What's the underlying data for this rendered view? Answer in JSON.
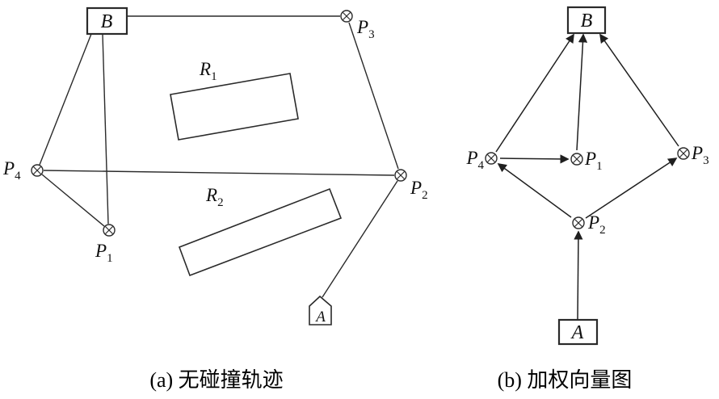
{
  "figure": {
    "panel_a": {
      "caption": "(a) 无碰撞轨迹",
      "nodes": {
        "B": {
          "label": "B"
        },
        "A": {
          "label": "A"
        },
        "P1": {
          "base": "P",
          "sub": "1"
        },
        "P2": {
          "base": "P",
          "sub": "2"
        },
        "P3": {
          "base": "P",
          "sub": "3"
        },
        "P4": {
          "base": "P",
          "sub": "4"
        }
      },
      "obstacles": {
        "R1": {
          "base": "R",
          "sub": "1"
        },
        "R2": {
          "base": "R",
          "sub": "2"
        }
      }
    },
    "panel_b": {
      "caption": "(b) 加权向量图",
      "nodes": {
        "B": {
          "label": "B"
        },
        "A": {
          "label": "A"
        },
        "P1": {
          "base": "P",
          "sub": "1"
        },
        "P2": {
          "base": "P",
          "sub": "2"
        },
        "P3": {
          "base": "P",
          "sub": "3"
        },
        "P4": {
          "base": "P",
          "sub": "4"
        }
      }
    },
    "colors": {
      "stroke": "#2a2a2a",
      "background": "#ffffff"
    }
  }
}
